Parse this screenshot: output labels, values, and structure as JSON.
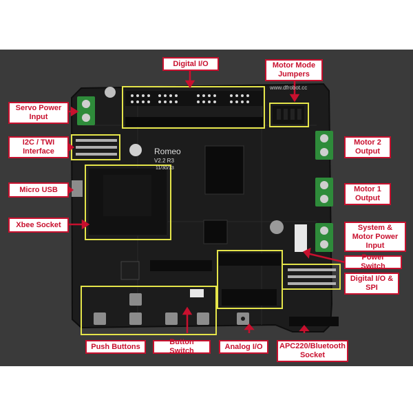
{
  "colors": {
    "background": "#3a3a3a",
    "pcb": "#1c1c1c",
    "highlight_box": "#e5e54a",
    "callout_border": "#c8102e",
    "callout_text": "#c8102e",
    "arrow": "#c8102e",
    "terminal_green": "#2e8b3a"
  },
  "board": {
    "silkscreen_name": "Romeo",
    "silkscreen_version": "V2.2 R3",
    "silkscreen_date": "11/30/13",
    "url": "www.dfrobot.cc"
  },
  "callouts": {
    "digital_io": "Digital I/O",
    "motor_mode_jumpers": "Motor Mode Jumpers",
    "servo_power_input": "Servo Power Input",
    "motor2_output": "Motor 2 Output",
    "i2c_twi_interface": "I2C / TWI Interface",
    "micro_usb": "Micro USB",
    "motor1_output": "Motor 1 Output",
    "xbee_socket": "Xbee Socket",
    "system_motor_power_input": "System & Motor Power Input",
    "power_switch": "Power Switch",
    "digital_io_spi": "Digital I/O & SPI",
    "push_buttons": "Push Buttons",
    "button_switch": "Button Switch",
    "analog_io": "Analog I/O",
    "apc220_bluetooth_socket": "APC220/Bluetooth Socket"
  }
}
